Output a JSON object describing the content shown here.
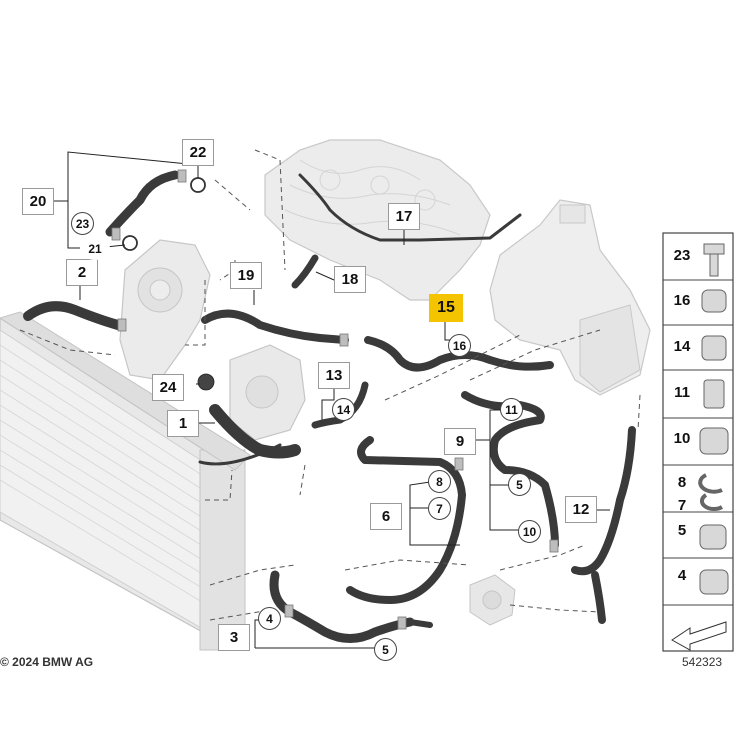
{
  "callouts": {
    "c1": "1",
    "c2": "2",
    "c3": "3",
    "c4": "4",
    "c5a": "5",
    "c5b": "5",
    "c6": "6",
    "c7": "7",
    "c8": "8",
    "c9": "9",
    "c10": "10",
    "c11": "11",
    "c12": "12",
    "c13": "13",
    "c14": "14",
    "c15": "15",
    "c16": "16",
    "c17": "17",
    "c18": "18",
    "c19": "19",
    "c20": "20",
    "c21": "21",
    "c22": "22",
    "c23": "23",
    "c24": "24"
  },
  "parts_panel": [
    "23",
    "16",
    "14",
    "11",
    "10",
    "8",
    "7",
    "5",
    "4"
  ],
  "highlight_color": "#f5c400",
  "hose_color": "#3a3a3a",
  "copyright": "© 2024 BMW AG",
  "ref_number": "542323"
}
